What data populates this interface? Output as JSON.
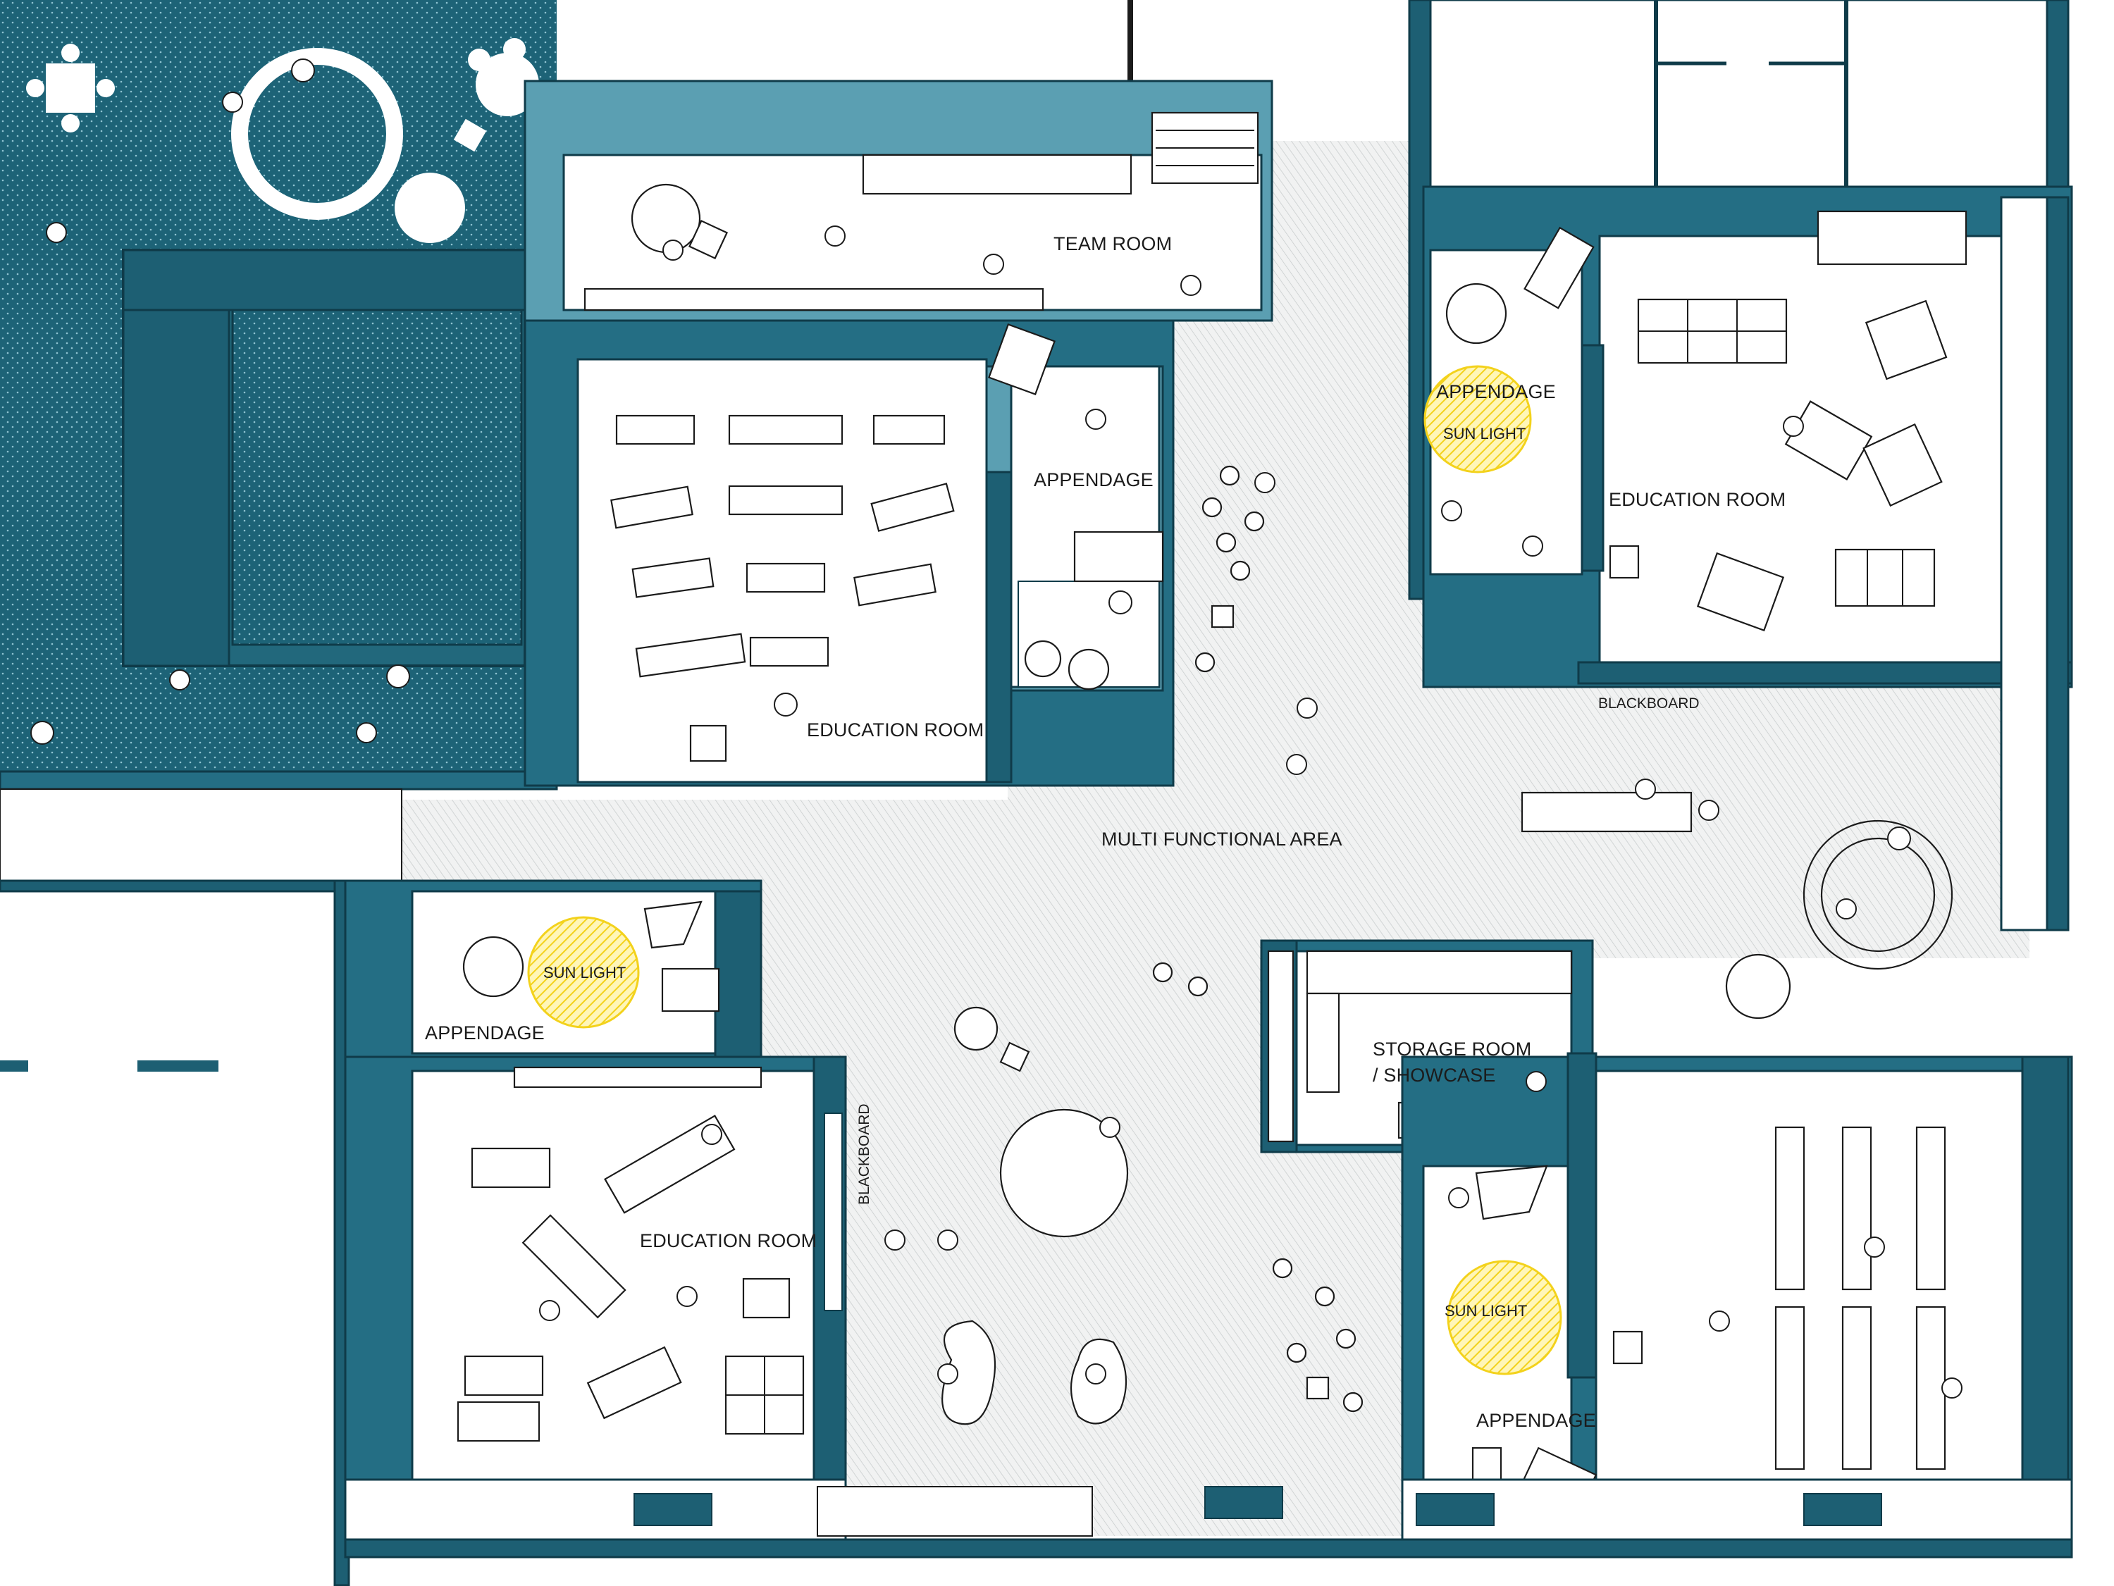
{
  "labels": {
    "team_room": "TEAM ROOM",
    "appendage_mid": "APPENDAGE",
    "education_room_left": "EDUCATION ROOM",
    "appendage_top_right": "APPENDAGE",
    "sun_light_top_right": "SUN LIGHT",
    "education_room_right": "EDUCATION ROOM",
    "blackboard_top": "BLACKBOARD",
    "multi_functional_area": "MULTI FUNCTIONAL AREA",
    "sun_light_left": "SUN LIGHT",
    "appendage_left": "APPENDAGE",
    "storage_line1": "STORAGE ROOM",
    "storage_line2": "/ SHOWCASE",
    "education_room_bottom_left": "EDUCATION ROOM",
    "blackboard_side": "BLACKBOARD",
    "sun_light_bottom": "SUN LIGHT",
    "appendage_bottom": "APPENDAGE"
  },
  "colors": {
    "wall_teal": "#246e84",
    "wall_light": "#5b9fb2",
    "courtyard": "#1d6377",
    "sun_light": "#f3d21c",
    "floor_hatch": "#d9dcdd"
  }
}
